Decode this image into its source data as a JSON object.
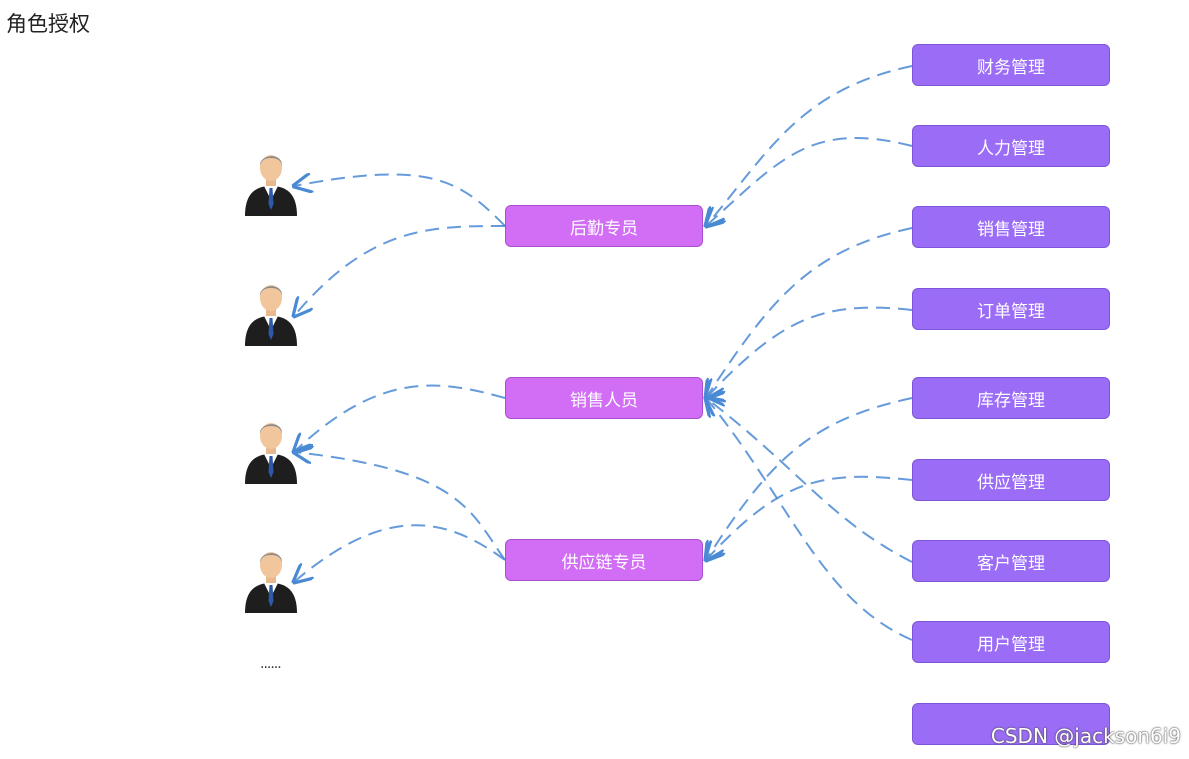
{
  "title": "角色授权",
  "ellipsis": "......",
  "watermark": "CSDN @jackson6i9",
  "roles": [
    {
      "label": "后勤专员"
    },
    {
      "label": "销售人员"
    },
    {
      "label": "供应链专员"
    }
  ],
  "permissions": [
    {
      "label": "财务管理"
    },
    {
      "label": "人力管理"
    },
    {
      "label": "销售管理"
    },
    {
      "label": "订单管理"
    },
    {
      "label": "库存管理"
    },
    {
      "label": "供应管理"
    },
    {
      "label": "客户管理"
    },
    {
      "label": "用户管理"
    },
    {
      "label": ""
    }
  ],
  "colors": {
    "role_box": "#d26df5",
    "permission_box": "#9b6df7",
    "connector": "#4a8ad4"
  },
  "icons": {
    "user": "businessman-icon"
  }
}
